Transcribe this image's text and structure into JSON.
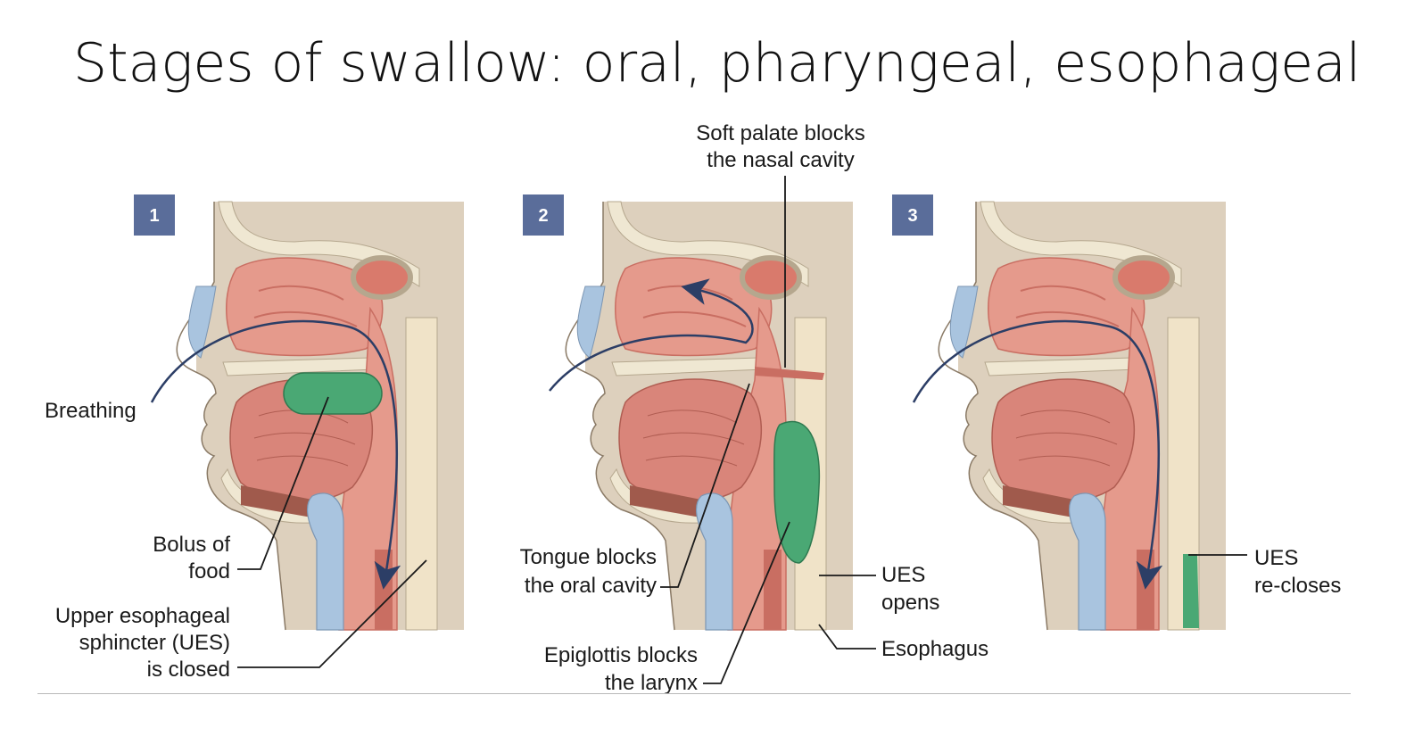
{
  "slide": {
    "title": "Stages of swallow: oral, pharyngeal, esophageal"
  },
  "panels": [
    {
      "number": "1"
    },
    {
      "number": "2"
    },
    {
      "number": "3"
    }
  ],
  "labels": {
    "breathing": "Breathing",
    "bolus_line1": "Bolus of",
    "bolus_line2": "food",
    "ues_closed_line1": "Upper esophageal",
    "ues_closed_line2": "sphincter (UES)",
    "ues_closed_line3": "is closed",
    "soft_palate_line1": "Soft palate blocks",
    "soft_palate_line2": "the nasal cavity",
    "tongue_line1": "Tongue blocks",
    "tongue_line2": "the oral cavity",
    "epiglottis_line1": "Epiglottis blocks",
    "epiglottis_line2": "the larynx",
    "ues_opens_line1": "UES",
    "ues_opens_line2": "opens",
    "esophagus": "Esophagus",
    "ues_recloses_line1": "UES",
    "ues_recloses_line2": "re-closes"
  },
  "colors": {
    "panel_bg": "#ddd0bd",
    "tissue": "#e59a8c",
    "tissue_dark": "#c96e62",
    "tongue": "#d9857a",
    "bone": "#efe7d2",
    "bolus": "#4aa874",
    "airway": "#a9c4df",
    "arrow": "#2c3e66",
    "badge": "#5a6d9a"
  }
}
